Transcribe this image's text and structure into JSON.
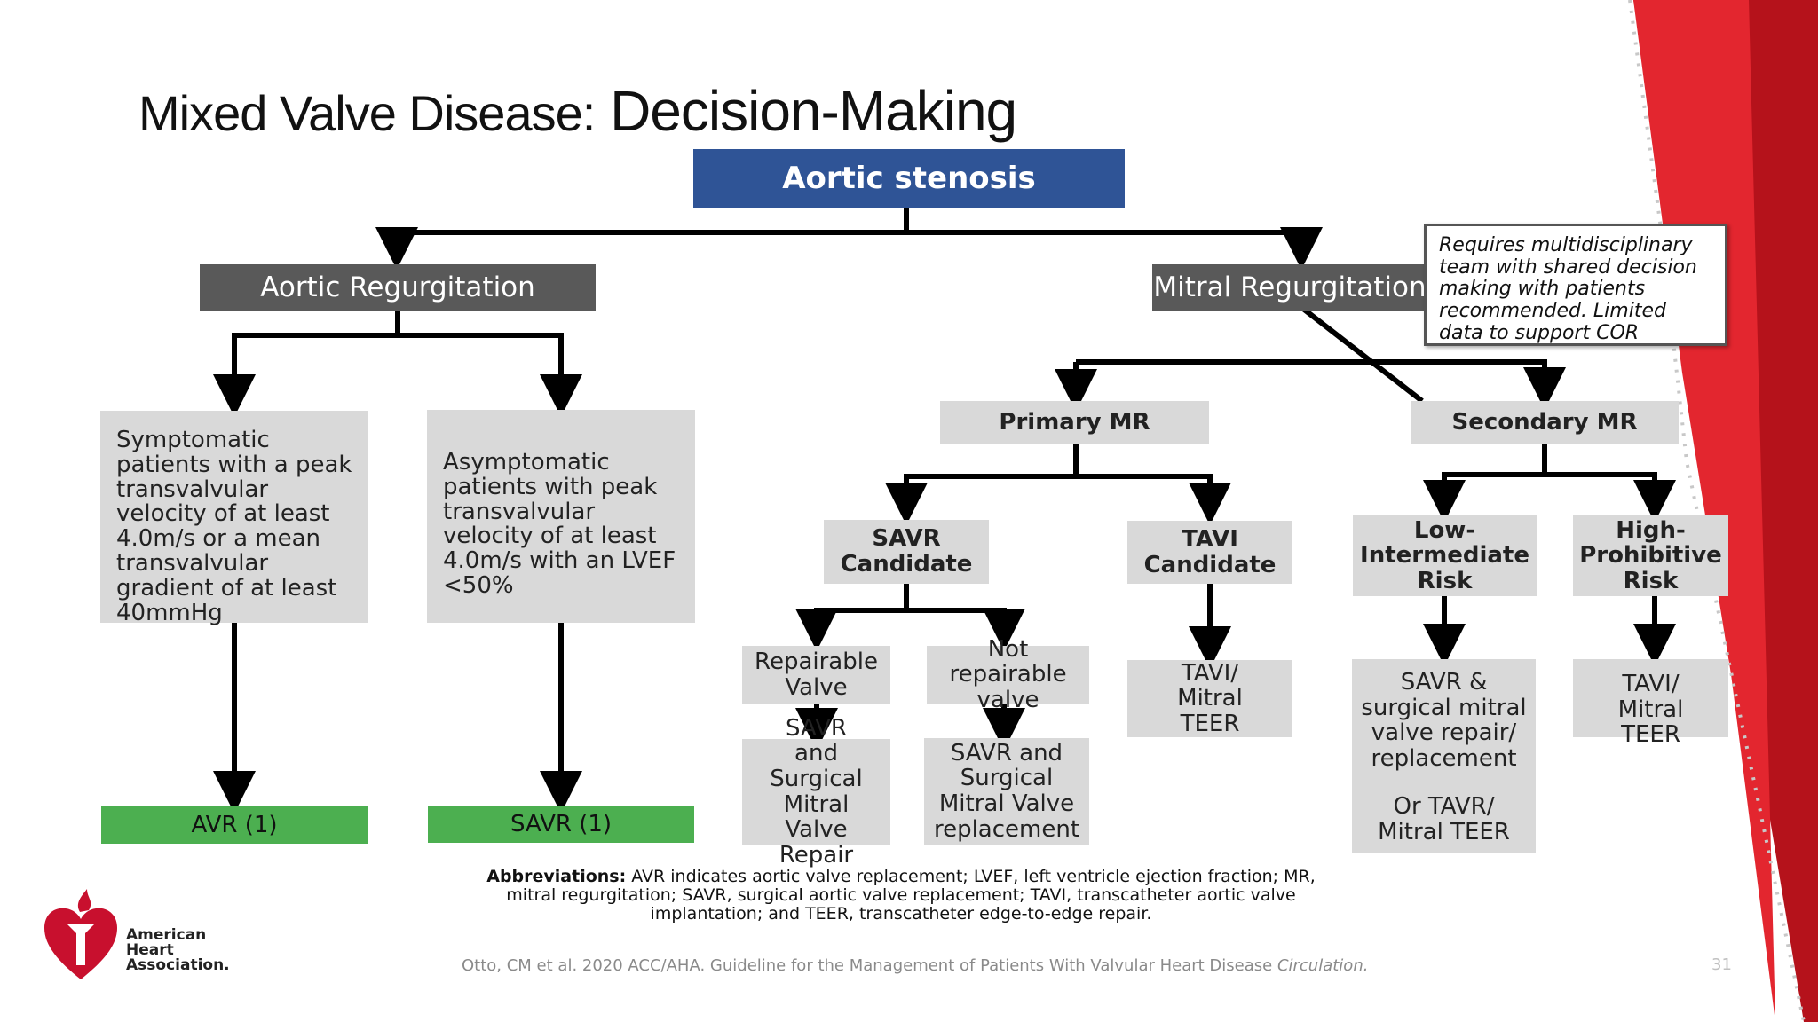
{
  "slide": {
    "title_main": "Mixed Valve Disease:",
    "title_sub": " Decision-Making",
    "page_number": "31"
  },
  "diagram": {
    "root": "Aortic stenosis",
    "aortic_regurgitation": "Aortic Regurgitation",
    "mitral_regurgitation": "Mitral Regurgitation",
    "note": "Requires multidisciplinary team with shared decision making with patients recommended. Limited data to support COR",
    "ar_symptomatic": "Symptomatic patients with a peak transvalvular velocity of at least 4.0m/s or a mean transvalvular gradient of at least 40mmHg",
    "ar_asymptomatic": "Asymptomatic patients with peak transvalvular velocity of at least 4.0m/s with an LVEF <50%",
    "ar_result_1": "AVR (1)",
    "ar_result_2": "SAVR (1)",
    "primary_mr": "Primary MR",
    "secondary_mr": "Secondary MR",
    "savr_candidate": "SAVR Candidate",
    "tavi_candidate": "TAVI Candidate",
    "low_intermediate_risk": "Low-Intermediate Risk",
    "high_prohibitive_risk": "High-Prohibitive Risk",
    "repairable_valve": "Repairable Valve",
    "not_repairable_valve": "Not repairable valve",
    "savr_mitral_repair": "SAVR and Surgical Mitral Valve Repair",
    "savr_mitral_replacement": "SAVR and Surgical Mitral Valve replacement",
    "tavi_mitral_teer": "TAVI/ Mitral TEER",
    "savr_surgical_mitral": "SAVR & surgical mitral valve repair/ replacement",
    "or_tavr": "Or TAVR/ Mitral TEER",
    "tavi_mitral_teer_2": "TAVI/ Mitral TEER"
  },
  "footer": {
    "abbr_label": "Abbreviations:",
    "abbr_text": " AVR indicates aortic valve replacement; LVEF, left ventricle ejection fraction; MR, mitral regurgitation; SAVR, surgical aortic valve replacement; TAVI, transcatheter aortic valve implantation; and TEER, transcatheter edge-to-edge repair.",
    "reference": "Otto, CM et al. 2020 ACC/AHA. Guideline for the Management of Patients With Valvular Heart Disease ",
    "reference_journal": "Circulation.",
    "logo_line1": "American",
    "logo_line2": "Heart",
    "logo_line3": "Association."
  },
  "colors": {
    "root_box": "#2f5496",
    "regurgitation_box": "#595959",
    "option_box": "#d9d9d9",
    "result_box": "#4caf50",
    "accent_red": "#d0202a"
  }
}
